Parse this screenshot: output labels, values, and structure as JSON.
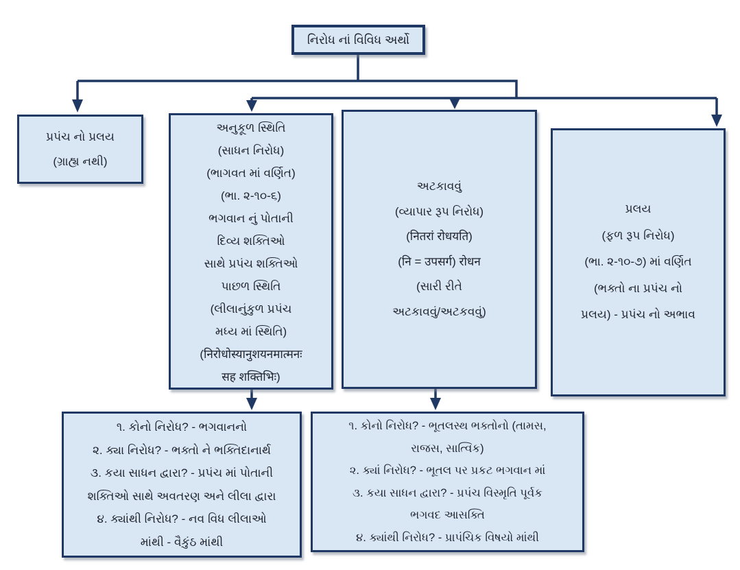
{
  "diagram": {
    "type": "flowchart",
    "language": "Gujarati (with Sanskrit/Devanagari quotations)",
    "colors": {
      "box_fill": "#d9e7f5",
      "box_border": "#1f3864",
      "connector": "#1f3864",
      "text": "#20242e",
      "background": "#ffffff"
    },
    "boxes": {
      "root": {
        "lines": [
          "નિરોધ નાં વિવિધ અર્થો"
        ]
      },
      "prapanch_pralay": {
        "lines": [
          "પ્રપંચ નો પ્રલય",
          "(ગ્રાહ્ય નથી)"
        ]
      },
      "anukool_sthiti": {
        "lines": [
          "અનુકૂળ સ્થિતિ",
          "(સાધન નિરોધ)",
          "(ભાગવત માં વર્ણિત)",
          "(ભા. ૨-૧૦-૬)",
          "ભગવાન નું પોતાની",
          "દિવ્ય શક્તિઓ",
          "સાથે પ્રપંચ શક્તિઓ",
          "પાછળ સ્થિતિ",
          "(લીલાનુંકુળ પ્રપંચ",
          "મધ્ય માં સ્થિતિ)",
          "(निरोधोस्यानुशयनमात्मनः",
          "सह शक्तिभिः)"
        ]
      },
      "atkavvu": {
        "lines": [
          "અટકાવવું",
          "(વ્યાપાર રૂપ નિરોધ)",
          "(नितरां रोधयति)",
          "(नि = उपसर्ग) रोधन",
          "(સારી રીતે",
          "અટકાવવું/અટકવવું)"
        ]
      },
      "pralay": {
        "lines": [
          "પ્રલય",
          "(ફળ રૂપ નિરોધ)",
          "(ભા. ૨-૧૦-૭) માં વર્ણિત",
          "(ભક્તો ના પ્રપંચ નો",
          "પ્રલય) - પ્રપંચ નો અભાવ"
        ]
      },
      "qa_left": {
        "lines": [
          "૧. કોનો નિરોધ? - ભગવાનનો",
          "૨. ક્યા નિરોધ? - ભક્તો ને  ભક્તિદાનાર્થ",
          "૩. કયા સાધન દ્વારા? - પ્રપંચ માં પોતાની",
          "શક્તિઓ સાથે અવતરણ અને લીલા દ્વારા",
          "૪. ક્યાંથી નિરોધ? - નવ વિધ લીલાઓ",
          "માંથી - વૈકુંઠ માંથી"
        ]
      },
      "qa_right": {
        "lines": [
          "૧. કોનો નિરોધ? - ભૂતલસ્થ ભક્તોનો (તામસ,",
          "રાજસ, સાત્વિક)",
          "૨. ક્યાં નિરોધ? - ભૂતલ પર પ્રકટ ભગવાન માં",
          "૩. કયા સાધન દ્વારા? - પ્રપંચ વિસ્મૃતિ પૂર્વક",
          "ભગવદ આસક્તિ",
          "૪. ક્યાંથી નિરોધ? - પ્રાપંચિક વિષયો માંથી"
        ]
      }
    },
    "edges": [
      {
        "from": "root",
        "to": "prapanch_pralay"
      },
      {
        "from": "root",
        "to": "anukool_sthiti"
      },
      {
        "from": "root",
        "to": "atkavvu"
      },
      {
        "from": "root",
        "to": "pralay"
      },
      {
        "from": "anukool_sthiti",
        "to": "qa_left"
      },
      {
        "from": "atkavvu",
        "to": "qa_right"
      }
    ]
  }
}
